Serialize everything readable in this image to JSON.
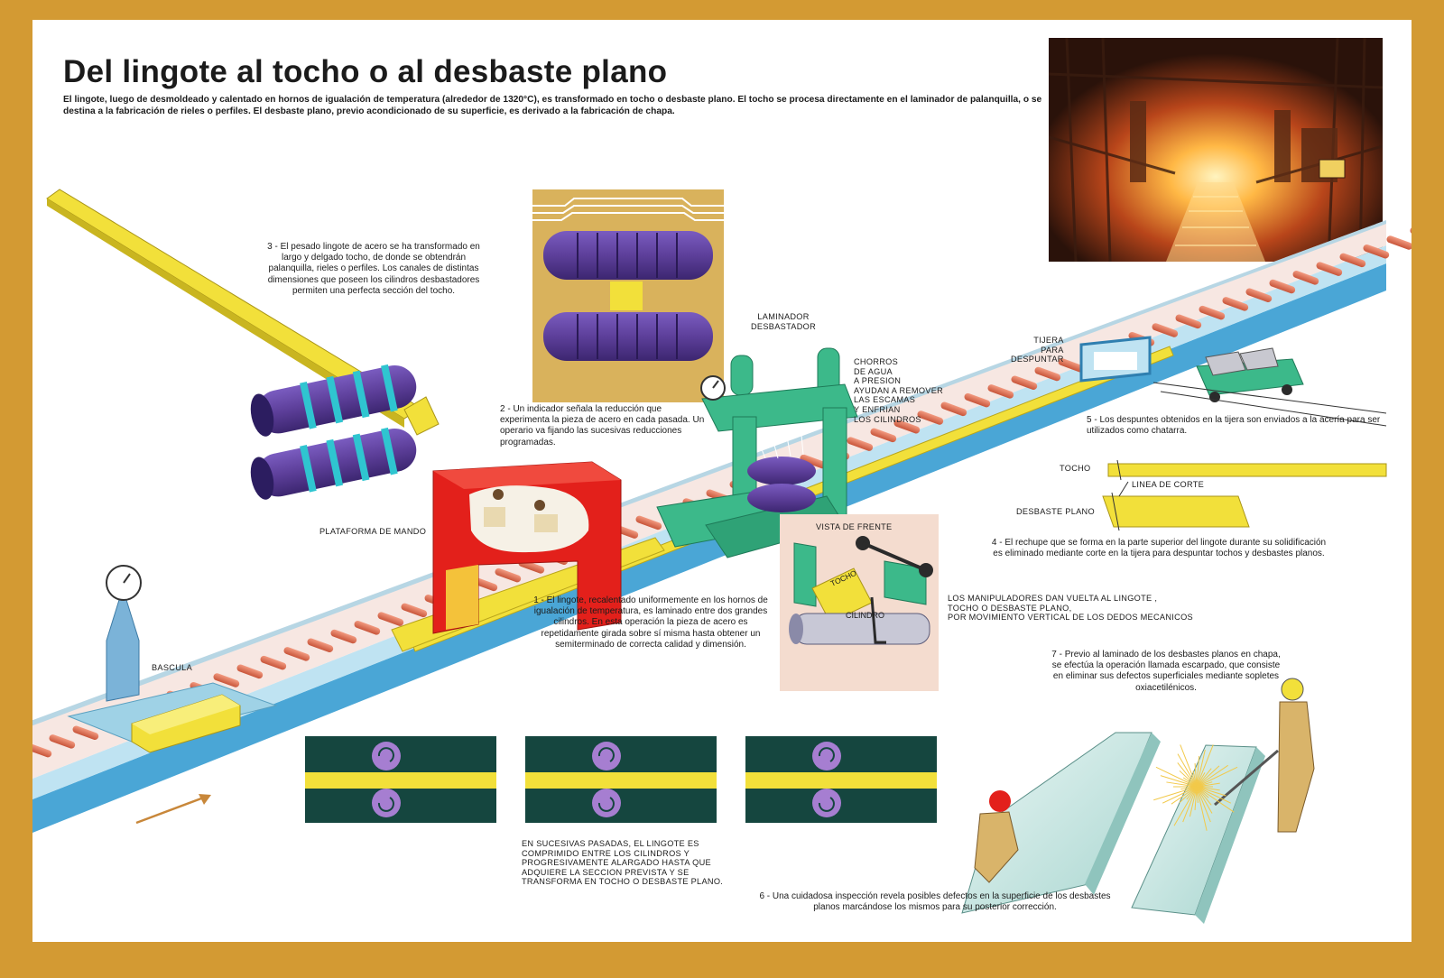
{
  "title": "Del lingote al tocho o al desbaste plano",
  "intro": "El lingote, luego de desmoldeado y calentado en hornos de igualación de temperatura (alrededor de 1320°C), es transformado en tocho o desbaste plano. El tocho se procesa directamente en el laminador de palanquilla, o se destina a la fabricación de rieles o perfiles. El desbaste plano, previo acondicionado de su superficie, es derivado a la fabricación de chapa.",
  "steps": {
    "step1": "1 - El lingote, recalentado uniformemente en los hornos de igualación de temperatura, es laminado entre dos grandes cilindros. En esta operación la pieza de acero es repetidamente girada sobre sí misma hasta obtener un semiterminado de correcta calidad y dimensión.",
    "step2": "2 - Un indicador señala la reducción que experimenta la pieza de acero en cada pasada. Un operario va fijando las sucesivas reducciones programadas.",
    "step3": "3 - El pesado lingote de acero se ha transformado en largo y delgado tocho, de donde se obtendrán palanquilla, rieles o perfiles. Los canales de distintas dimensiones que poseen los cilindros desbastadores permiten una perfecta sección del tocho.",
    "step4": "4 - El rechupe que se forma en la parte superior del lingote durante su solidificación es eliminado mediante corte en la tijera para despuntar tochos y desbastes planos.",
    "step5": "5 - Los despuntes obtenidos en la tijera son enviados a la acería para ser utilizados como chatarra.",
    "step6": "6 - Una cuidadosa inspección revela posibles defectos en la superficie de los desbastes planos marcándose los mismos para su posterior corrección.",
    "step7": "7 - Previo al laminado de los desbastes planos en chapa, se efectúa la operación llamada escarpado, que consiste en eliminar sus defectos superficiales mediante sopletes oxiacetilénicos."
  },
  "labels": {
    "plataforma": "PLATAFORMA DE MANDO",
    "bascula": "BASCULA",
    "laminador": "LAMINADOR\nDESBASTADOR",
    "chorros": "CHORROS\nDE AGUA\nA PRESION\nAYUDAN A REMOVER\nLAS ESCAMAS\nY ENFRIAN\nLOS CILINDROS",
    "tijera": "TIJERA\nPARA\nDESPUNTAR",
    "tocho": "TOCHO",
    "linea_corte": "LINEA DE CORTE",
    "desbaste_plano": "DESBASTE PLANO",
    "vista_frente": "VISTA DE FRENTE",
    "tocho_inset": "TOCHO",
    "cilindro": "CILINDRO",
    "manipuladores": "LOS MANIPULADORES DAN VUELTA AL LINGOTE ,\nTOCHO O DESBASTE PLANO,\nPOR MOVIMIENTO VERTICAL DE LOS DEDOS MECANICOS",
    "sucesivas": "EN SUCESIVAS PASADAS, EL LINGOTE ES\nCOMPRIMIDO ENTRE LOS CILINDROS Y\nPROGRESIVAMENTE ALARGADO HASTA QUE\nADQUIERE LA SECCION PREVISTA Y SE\nTRANSFORMA EN TOCHO O DESBASTE PLANO."
  },
  "colors": {
    "frame": "#d39a33",
    "roller": "#e07a60",
    "conveyor": "#4aa6d6",
    "ingot": "#f2e03a",
    "roll_purple": "#5d3f9a",
    "machine_green": "#3cb98a",
    "control_red": "#e3201b",
    "panel_dark": "#15463f"
  },
  "icons": [
    "scale-gauge-icon",
    "indicator-gauge-icon",
    "arrow-icon",
    "roll-rotation-icon"
  ]
}
